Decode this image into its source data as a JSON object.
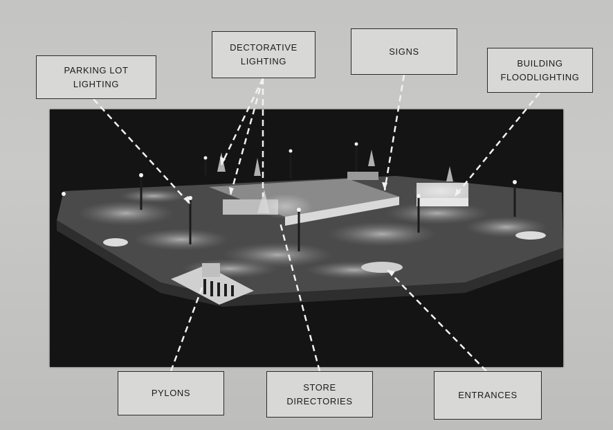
{
  "labels": {
    "parking_lot_lighting": "PARKING  LOT\nLIGHTING",
    "decorative_lighting": "DECTORATIVE\nLIGHTING",
    "signs": "SIGNS",
    "building_floodlighting": "BUILDING\nFLOODLIGHTING",
    "pylons": "PYLONS",
    "store_directories": "STORE\nDIRECTORIES",
    "entrances": "ENTRANCES"
  },
  "colors": {
    "page": "#c6c6c4",
    "photo": "#141414",
    "box_fill": "#d8d8d6",
    "pointer": "#f2f2f2"
  }
}
